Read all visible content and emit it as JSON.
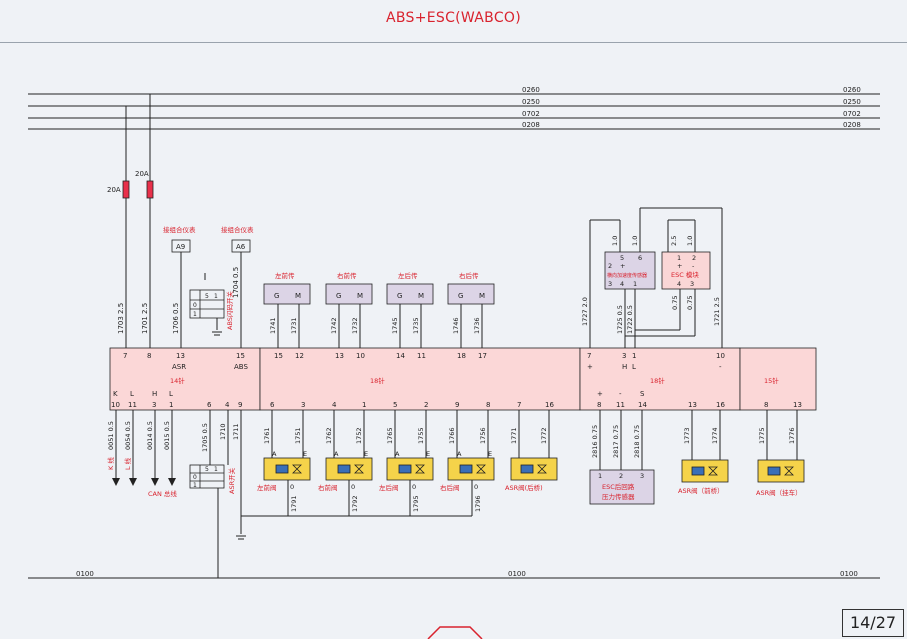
{
  "title": "ABS+ESC(WABCO)",
  "page_label": "14/27",
  "bus_lines": [
    "0260",
    "0250",
    "0702",
    "0208"
  ],
  "ground_line": "0100",
  "fuses": [
    {
      "rating": "20A",
      "wire": "1703 2.5"
    },
    {
      "rating": "20A",
      "wire": "1701 2.5"
    }
  ],
  "instrument": {
    "label": "接组合仪表",
    "connectors": [
      "A9",
      "A6"
    ]
  },
  "abs_switch_label": "ABS闪码开关",
  "asr_switch_label": "ASR开关",
  "ecu": {
    "sections": [
      "14针",
      "18针",
      "18针",
      "15针"
    ],
    "top_pins_14": [
      "7",
      "8",
      "13",
      "15"
    ],
    "sub_labels_14": [
      "ASR",
      "ABS"
    ],
    "bottom_labels_14": [
      "K",
      "L",
      "H",
      "L"
    ],
    "bottom_pins_14": [
      "10",
      "11",
      "3",
      "1",
      "6",
      "4",
      "9"
    ],
    "top_pins_18a": [
      "15",
      "12",
      "13",
      "10",
      "14",
      "11",
      "18",
      "17"
    ],
    "bottom_pins_18a": [
      "6",
      "3",
      "4",
      "1",
      "5",
      "2",
      "9",
      "8",
      "7",
      "16"
    ],
    "top_pins_18b": [
      "7",
      "3",
      "1",
      "10"
    ],
    "sub_18b": [
      "+",
      "H",
      "L",
      "-"
    ],
    "bottom_marks_18b": [
      "+",
      "-",
      "S"
    ],
    "bottom_pins_18b": [
      "8",
      "11",
      "14",
      "13",
      "16"
    ],
    "bottom_pins_15": [
      "8",
      "13"
    ]
  },
  "wheel_sensors": [
    {
      "label": "左前传",
      "wires": [
        "1741",
        "1731"
      ]
    },
    {
      "label": "右前传",
      "wires": [
        "1742",
        "1732"
      ]
    },
    {
      "label": "左后传",
      "wires": [
        "1745",
        "1735"
      ]
    },
    {
      "label": "右后传",
      "wires": [
        "1746",
        "1736"
      ]
    }
  ],
  "sensor_pin_labels": [
    "G",
    "M"
  ],
  "valves": [
    {
      "label": "左前阀",
      "wires": [
        "1761",
        "1751"
      ],
      "ground": "1791"
    },
    {
      "label": "右前阀",
      "wires": [
        "1762",
        "1752"
      ],
      "ground": "1792"
    },
    {
      "label": "左后阀",
      "wires": [
        "1765",
        "1755"
      ],
      "ground": "1795"
    },
    {
      "label": "右后阀",
      "wires": [
        "1766",
        "1756"
      ],
      "ground": "1796"
    }
  ],
  "valve_pin_labels": [
    "A",
    "E",
    "0"
  ],
  "asr_valves": [
    {
      "label": "ASR阀(后桥)",
      "wires": [
        "1771",
        "1772"
      ]
    },
    {
      "label": "ASR阀（前桥）",
      "wires": [
        "1773",
        "1774"
      ]
    },
    {
      "label": "ASR阀（挂车）",
      "wires": [
        "1775",
        "1776"
      ]
    }
  ],
  "can_wires": [
    "0051 0.5",
    "0054 0.5",
    "0014 0.5",
    "0015 0.5"
  ],
  "can_labels": [
    "K 线",
    "L 线",
    "CAN 总线"
  ],
  "misc_wires": [
    "1706 0.5",
    "1704 0.5",
    "1705 0.5",
    "1710",
    "1711"
  ],
  "esc_wires": [
    "1727 2.0",
    "1725 0.5",
    "1722 0.5",
    "0.75",
    "0.75",
    "1721 2.5",
    "1.0",
    "1.0",
    "2.5",
    "1.0"
  ],
  "yaw_sensor": {
    "label": "横向加速度传感器",
    "pins_top": [
      "5",
      "6"
    ],
    "pins_mid": [
      "2",
      "+"
    ],
    "pins_bottom": [
      "3",
      "4",
      "1"
    ]
  },
  "esc_module": {
    "label": "ESC 模块",
    "pins_top": [
      "1",
      "2"
    ],
    "pins_mid": [
      "+",
      "-"
    ],
    "pins_bottom": [
      "4",
      "3"
    ]
  },
  "pressure_sensor": {
    "label1": "ESC后回路",
    "label2": "压力传感器",
    "pins": [
      "1",
      "2",
      "3"
    ],
    "wires": [
      "2816 0.75",
      "2817 0.75",
      "2818 0.75"
    ]
  }
}
